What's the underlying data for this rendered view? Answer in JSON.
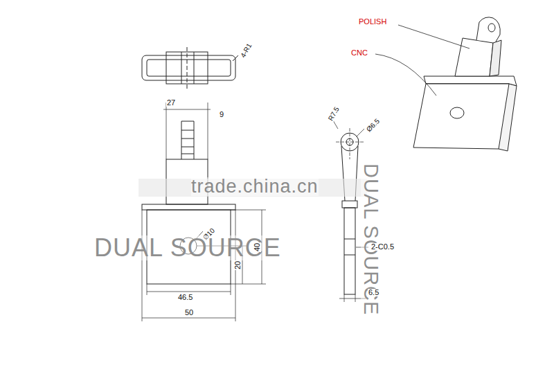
{
  "diagram": {
    "labels": [
      "POLISH",
      "CNC",
      "4-R1",
      "27",
      "9",
      "R7.5",
      "Ø6.5",
      "trade.china.cn",
      "Ø10",
      "DUAL SOURCE",
      "DUAL SOURCE",
      "40",
      "2-C0.5",
      "20",
      "46.5",
      "6.5",
      "50"
    ]
  }
}
